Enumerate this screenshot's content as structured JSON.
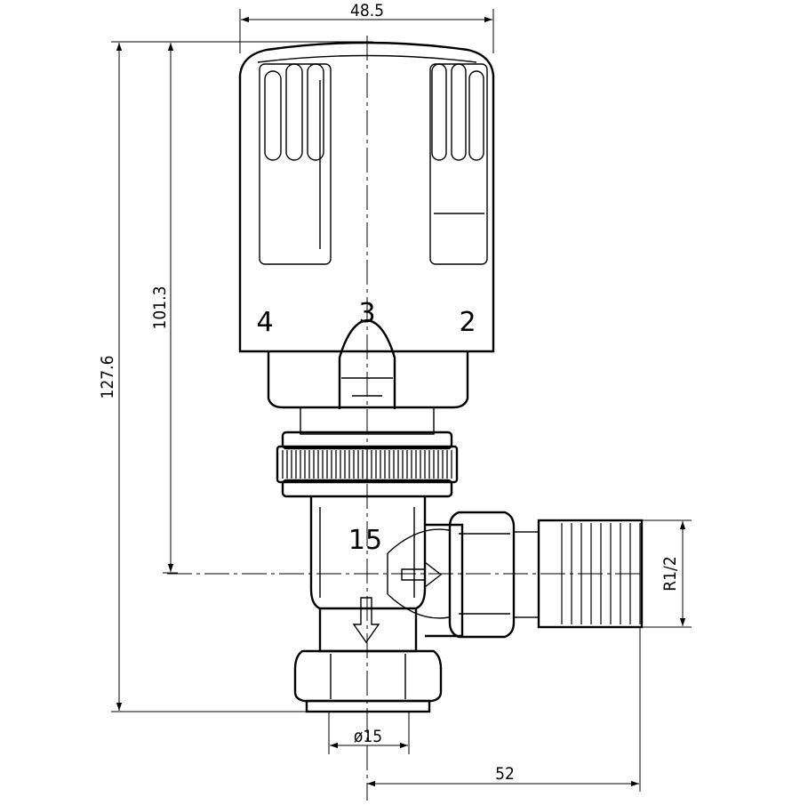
{
  "dimensions": {
    "width_top": "48.5",
    "height_total": "127.6",
    "height_to_axis": "101.3",
    "diameter_outlet": "ø15",
    "length_side": "52",
    "thread_size": "R1/2"
  },
  "body_marking": "15",
  "dial_marks": [
    "4",
    "3",
    "2"
  ]
}
